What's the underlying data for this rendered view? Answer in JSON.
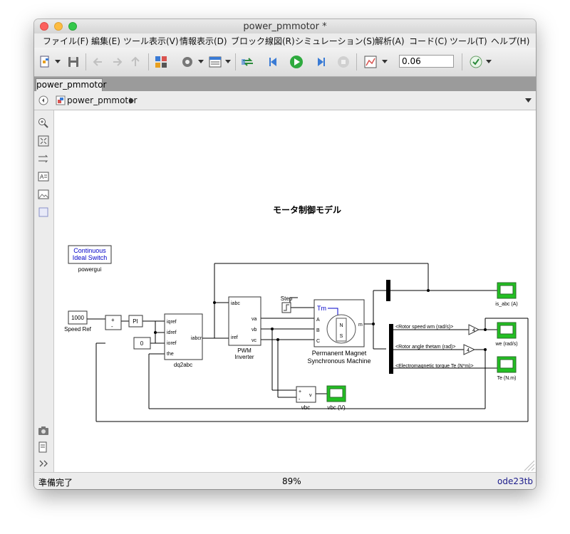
{
  "window": {
    "title": "power_pmmotor *"
  },
  "menu": [
    "ファイル(F)",
    "編集(E)",
    "ツール表示(V)",
    "情報表示(D)",
    "ブロック線図(R)",
    "シミュレーション(S)",
    "解析(A)",
    "コード(C)",
    "ツール(T)",
    "ヘルプ(H)"
  ],
  "toolbar": {
    "stop_time": "0.06"
  },
  "tabs": {
    "active": "power_pmmotor"
  },
  "address": {
    "path": "power_pmmotor"
  },
  "model": {
    "title": "モータ制御モデル",
    "powergui_line1": "Continuous",
    "powergui_line2": "Ideal Switch",
    "powergui_label": "powergui",
    "speed_ref_value": "1000",
    "speed_ref_label": "Speed Ref",
    "pi_label": "PI",
    "zero_value": "0",
    "dq_ports_in": [
      "iqref",
      "idref",
      "ioref",
      "the"
    ],
    "dq_port_out": "iabcr",
    "dq_label": "dq2abc",
    "pwm_ports_in": [
      "iabc",
      "iref"
    ],
    "pwm_ports_out": [
      "va",
      "vb",
      "vc"
    ],
    "pwm_label_1": "PWM",
    "pwm_label_2": "Inverter",
    "step_label": "Step",
    "motor_ports": [
      "Tm",
      "A",
      "B",
      "C"
    ],
    "motor_port_m": "m",
    "motor_label_1": "Permanent Magnet",
    "motor_label_2": "Synchronous Machine",
    "motor_ns": [
      "N",
      "S"
    ],
    "signals": [
      "<Rotor speed wm (rad/s)>",
      "<Rotor angle thetam (rad)>",
      "<Electromagnetic torque Te (N*m)>"
    ],
    "gain_value": "4",
    "scopes": [
      "is_abc (A)",
      "we (rad/s)",
      "Te (N.m)",
      "vbc (V)"
    ],
    "vbc_ports": [
      "+",
      "-",
      "v"
    ],
    "vbc_label": "vbc"
  },
  "status": {
    "left": "準備完了",
    "zoom": "89%",
    "solver": "ode23tb"
  }
}
